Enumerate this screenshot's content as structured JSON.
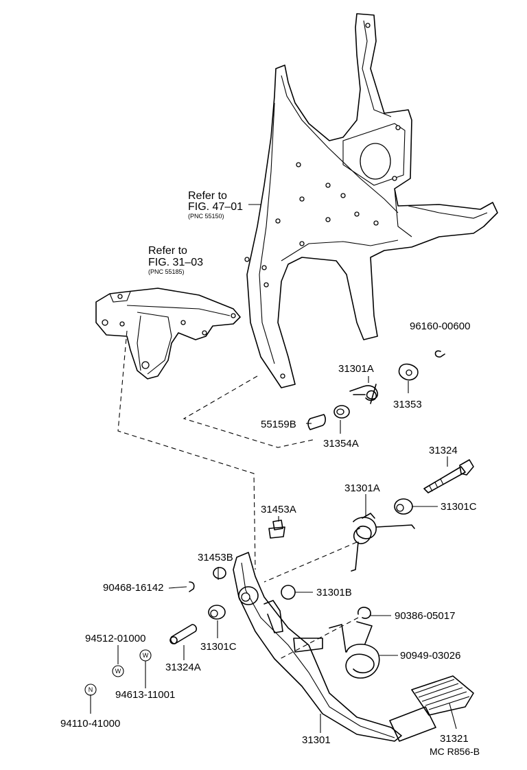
{
  "refs": [
    {
      "line1": "Refer to",
      "line2": "FIG. 47–01",
      "pnc": "(PNC 55150)"
    },
    {
      "line1": "Refer to",
      "line2": "FIG. 31–03",
      "pnc": "(PNC 55185)"
    }
  ],
  "parts": {
    "p96160_00600": "96160-00600",
    "p31301A_top": "31301A",
    "p31353": "31353",
    "p55159B": "55159B",
    "p31354A": "31354A",
    "p31324": "31324",
    "p31301A_mid": "31301A",
    "p31301C_right": "31301C",
    "p31453A": "31453A",
    "p31453B": "31453B",
    "p90468_16142": "90468-16142",
    "p31301B": "31301B",
    "p90386_05017": "90386-05017",
    "p94512_01000": "94512-01000",
    "p31301C_left": "31301C",
    "p90949_03026": "90949-03026",
    "p31324A": "31324A",
    "p94613_11001": "94613-11001",
    "p94110_41000": "94110-41000",
    "p31301": "31301",
    "p31321": "31321"
  },
  "markers": {
    "w1": "W",
    "w2": "W",
    "n1": "N"
  },
  "figure_code": "MC R856-B"
}
